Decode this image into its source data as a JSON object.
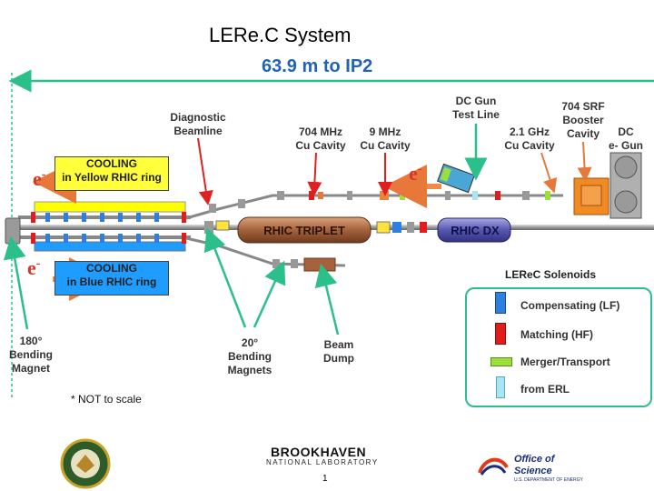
{
  "title": "LERe.C System",
  "distance_label": "63.9 m to IP2",
  "labels": {
    "dc_gun_test_line": "DC Gun\nTest Line",
    "diagnostic_beamline": "Diagnostic\nBeamline",
    "mhz704_cavity": "704 MHz\nCu Cavity",
    "mhz9_cavity": "9 MHz\nCu Cavity",
    "ghz21_cavity": "2.1 GHz\nCu Cavity",
    "srf704_cavity": "704 SRF\nBooster\nCavity",
    "dc_egun": "DC\ne- Gun",
    "rhic_triplet": "RHIC TRIPLET",
    "rhic_dx": "RHIC DX",
    "bend180": "180°\nBending\nMagnet",
    "bend20": "20°\nBending\nMagnets",
    "beam_dump": "Beam\nDump",
    "not_to_scale": "* NOT to scale",
    "electron": "e",
    "electron_sup": "-"
  },
  "cooling": {
    "yellow": "COOLING\nin Yellow RHIC ring",
    "blue": "COOLING\nin Blue RHIC ring"
  },
  "legend": {
    "title": "LEReC Solenoids",
    "items": [
      {
        "label": "Compensating (LF)",
        "color": "#2f7fe0"
      },
      {
        "label": "Matching (HF)",
        "color": "#e01c1c"
      },
      {
        "label": "Merger/Transport",
        "color": "#9be03a"
      },
      {
        "label": "from ERL",
        "color": "#a9e6f2"
      }
    ]
  },
  "footer": {
    "bnl_name": "BROOKHAVEN",
    "bnl_sub": "NATIONAL LABORATORY",
    "ose_line1": "Office of",
    "ose_line2": "Science",
    "ose_line3": "U.S. DEPARTMENT OF ENERGY",
    "page_number": "1"
  },
  "colors": {
    "accent_teal": "#2bbf8a",
    "dist_blue": "#1f64b8",
    "electron_red": "#d23a2a",
    "yellow_ring": "#ffff00",
    "blue_ring": "#1e9cff",
    "arrow_orange": "#f08a4b"
  }
}
